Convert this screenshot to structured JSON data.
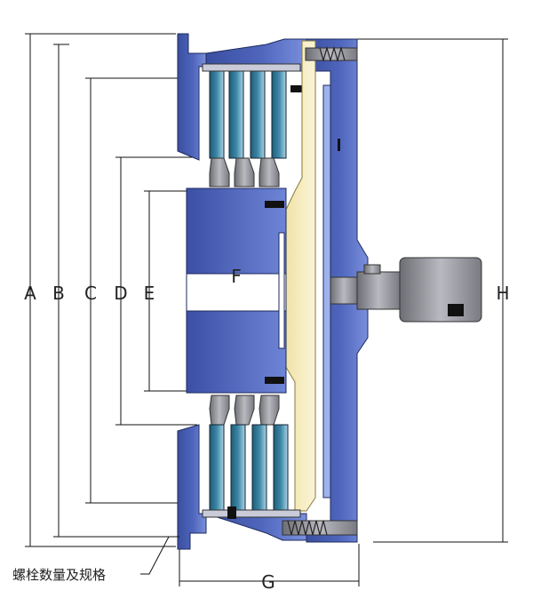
{
  "dimensions": {
    "A": "A",
    "B": "B",
    "C": "C",
    "D": "D",
    "E": "E",
    "F": "F",
    "G": "G",
    "H": "H"
  },
  "note": {
    "bolt_label": "螺栓数量及规格"
  },
  "colors": {
    "body_blue": "#3f56a8",
    "body_light": "#6f86d4",
    "disc_teal": "#2b6f8a",
    "disc_light": "#8fc3dc",
    "piston_cream": "#f3e9b8",
    "line": "#111111"
  }
}
